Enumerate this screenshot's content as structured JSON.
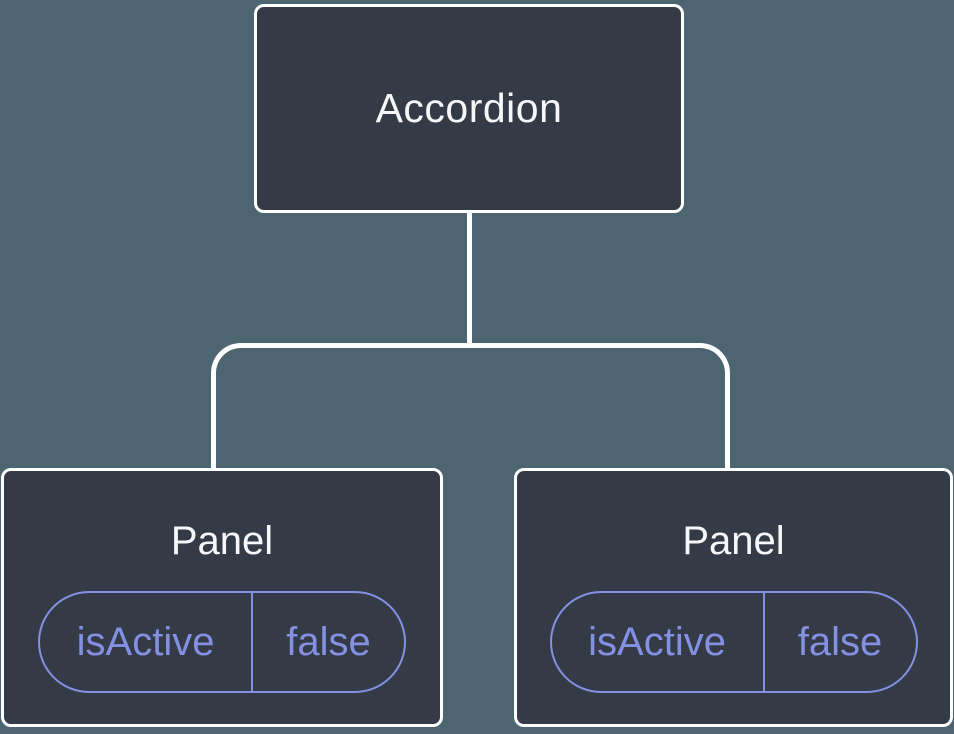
{
  "colors": {
    "background": "#4C6570",
    "card_fill": "#343A46",
    "card_border": "#FFFFFF",
    "card_text": "#F6F7F9",
    "connector": "#FFFFFF",
    "state_accent": "#8490E2"
  },
  "tree": {
    "root": {
      "label": "Accordion"
    },
    "children": [
      {
        "label": "Panel",
        "state": {
          "name": "isActive",
          "value": "false"
        }
      },
      {
        "label": "Panel",
        "state": {
          "name": "isActive",
          "value": "false"
        }
      }
    ]
  }
}
